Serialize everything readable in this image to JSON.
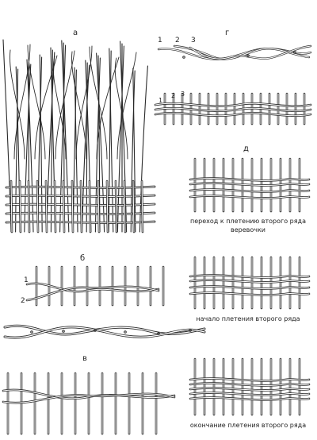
{
  "panels": {
    "a": "а",
    "b": "б",
    "v": "в",
    "g": "г",
    "d": "д"
  },
  "strand_numbers": {
    "g_top": [
      "1",
      "2",
      "3"
    ],
    "g_bottom": [
      "1",
      "2",
      "3"
    ],
    "b": [
      "1",
      "2"
    ]
  },
  "captions": {
    "d1_line1": "переход к плетению второго ряда",
    "d1_line2": "веревочки",
    "d2": "начало плетения второго ряда",
    "d3": "окончание плетения второго ряда"
  },
  "colors": {
    "ink": "#2a2a2a",
    "paper": "#ffffff"
  }
}
